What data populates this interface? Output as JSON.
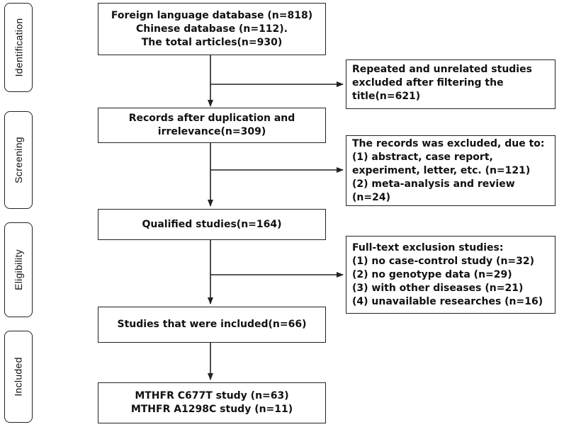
{
  "stages": {
    "identification": "Identification",
    "screening": "Screening",
    "eligibility": "Eligibility",
    "included": "Included"
  },
  "boxes": {
    "identification": [
      "Foreign language database (n=818)",
      "Chinese database (n=112).",
      "The total articles(n=930)"
    ],
    "excluded_title": [
      "Repeated and unrelated studies",
      "excluded after filtering the",
      "title(n=621)"
    ],
    "records": [
      "Records after duplication and",
      "irrelevance(n=309)"
    ],
    "excluded_records": [
      "The records was excluded, due to:",
      "(1) abstract, case report,",
      "experiment, letter, etc. (n=121)",
      "(2) meta-analysis and review",
      "(n=24)"
    ],
    "qualified": [
      "Qualified studies(n=164)"
    ],
    "fulltext_excluded": [
      "Full-text exclusion studies:",
      "(1) no case-control study (n=32)",
      "(2) no genotype data (n=29)",
      "(3) with other diseases (n=21)",
      "(4) unavailable researches (n=16)"
    ],
    "included_studies": [
      "Studies that were included(n=66)"
    ],
    "final": [
      "MTHFR C677T study (n=63)",
      "MTHFR A1298C study (n=11)"
    ]
  }
}
